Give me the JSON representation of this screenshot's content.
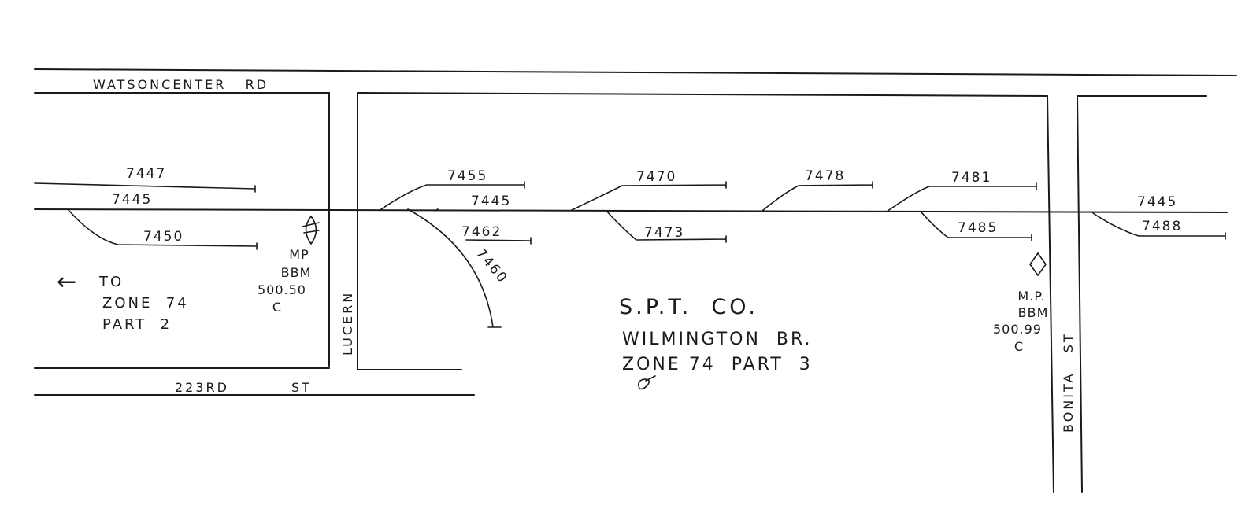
{
  "roads": {
    "north": "WATSONCENTER   RD",
    "south_street": "223RD",
    "south_suffix": "ST",
    "lucern": "LUCERN",
    "bonita": "BONITA   ST"
  },
  "tracks": {
    "main_left": "7445",
    "main_center": "7445",
    "main_right": "7445",
    "t7447": "7447",
    "t7450": "7450",
    "t7455": "7455",
    "t7460": "7460",
    "t7462": "7462",
    "t7470": "7470",
    "t7473": "7473",
    "t7478": "7478",
    "t7481": "7481",
    "t7485": "7485",
    "t7488": "7488"
  },
  "mileposts": {
    "left": {
      "l1": "MP",
      "l2": "BBM",
      "l3": "500.50",
      "l4": "C"
    },
    "right": {
      "l1": "M.P.",
      "l2": "BBM",
      "l3": "500.99",
      "l4": "C"
    }
  },
  "direction_note": {
    "arrow": "←",
    "l1": "TO",
    "l2": "ZONE  74",
    "l3": "PART  2"
  },
  "title": {
    "company": "S.P.T.  CO.",
    "branch": "WILMINGTON  BR.",
    "zone": "ZONE 74  PART  3"
  }
}
